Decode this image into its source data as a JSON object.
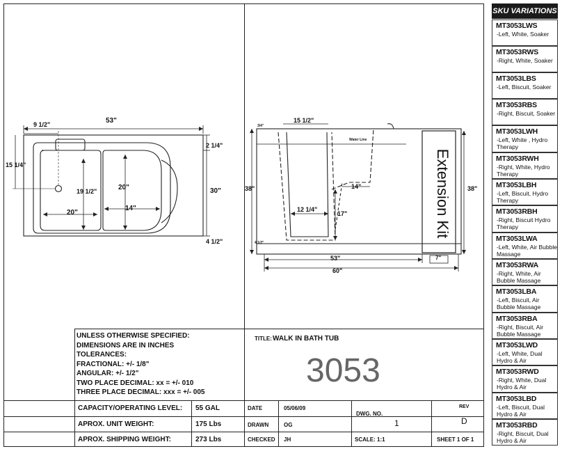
{
  "sidebar": {
    "title": "SKU VARIATIONS",
    "items": [
      {
        "code": "MT3053LWS",
        "desc": "-Left, White, Soaker"
      },
      {
        "code": "MT3053RWS",
        "desc": "-Right, White, Soaker"
      },
      {
        "code": "MT3053LBS",
        "desc": "-Left, Biscuit, Soaker"
      },
      {
        "code": "MT3053RBS",
        "desc": "-Right, Biscuit, Soaker"
      },
      {
        "code": "MT3053LWH",
        "desc": "-Left, White , Hydro Therapy"
      },
      {
        "code": "MT3053RWH",
        "desc": "-Right, White, Hydro Therapy"
      },
      {
        "code": "MT3053LBH",
        "desc": "-Left, Biscuit, Hydro Therapy"
      },
      {
        "code": "MT3053RBH",
        "desc": "-Right, Biscuit Hydro Therapy"
      },
      {
        "code": "MT3053LWA",
        "desc": "-Left, White, Air Bubble Massage"
      },
      {
        "code": "MT3053RWA",
        "desc": "-Right, White, Air Bubble Massage"
      },
      {
        "code": "MT3053LBA",
        "desc": "-Left, Biscuit, Air Bubble Massage"
      },
      {
        "code": "MT3053RBA",
        "desc": "-Right, Biscuit, Air Bubble Massage"
      },
      {
        "code": "MT3053LWD",
        "desc": "-Left, White, Dual Hydro & Air"
      },
      {
        "code": "MT3053RWD",
        "desc": "-Right, White, Dual Hydro & Air"
      },
      {
        "code": "MT3053LBD",
        "desc": "-Left, Biscuit, Dual Hydro & Air"
      },
      {
        "code": "MT3053RBD",
        "desc": "-Right, Biscuit, Dual Hydro & Air"
      }
    ]
  },
  "top_view": {
    "dim_53": "53\"",
    "dim_9_5": "9 1/2\"",
    "dim_15_25": "15 1/4\"",
    "dim_2_25": "2 1/4\"",
    "dim_30": "30\"",
    "dim_4_5": "4 1/2\"",
    "dim_19_5": "19 1/2\"",
    "dim_20_inner": "20\"",
    "dim_20_bottom": "20\"",
    "dim_14": "14\""
  },
  "side_view": {
    "dim_15_5": "15 1/2\"",
    "dim_3_4": "3/4\"",
    "water_line": "Water Line",
    "dim_38_left": "38\"",
    "dim_14": "14\"",
    "dim_12_25": "12 1/4\"",
    "dim_17": "17\"",
    "dim_4_5": "4 1/2\"",
    "dim_53": "53\"",
    "dim_60": "60\"",
    "dim_38_right": "38\"",
    "dim_7": "7\"",
    "extension_kit": "Extension Kit"
  },
  "notes": {
    "lines": [
      "UNLESS OTHERWISE SPECIFIED:",
      "DIMENSIONS ARE IN INCHES",
      "TOLERANCES:",
      "FRACTIONAL: +/- 1/8\"",
      "ANGULAR: +/- 1/2\"",
      "TWO PLACE DECIMAL: xx = +/- 010",
      "THREE PLACE DECIMAL: xxx = +/- 005"
    ]
  },
  "title_block": {
    "title_label": "TITLE:",
    "title_value": "WALK IN BATH TUB",
    "model": "3053",
    "capacity_label": "CAPACITY/OPERATING LEVEL:",
    "capacity_value": "55 GAL",
    "unit_weight_label": "APROX. UNIT WEIGHT:",
    "unit_weight_value": "175 Lbs",
    "ship_weight_label": "APROX. SHIPPING WEIGHT:",
    "ship_weight_value": "273 Lbs",
    "date_label": "DATE",
    "date_value": "05/06/09",
    "drawn_label": "DRAWN",
    "drawn_value": "OG",
    "checked_label": "CHECKED",
    "checked_value": "JH",
    "dwg_label": "DWG. NO.",
    "dwg_value": "1",
    "rev_label": "REV",
    "rev_value": "D",
    "scale": "SCALE: 1:1",
    "sheet": "SHEET 1 OF 1"
  }
}
